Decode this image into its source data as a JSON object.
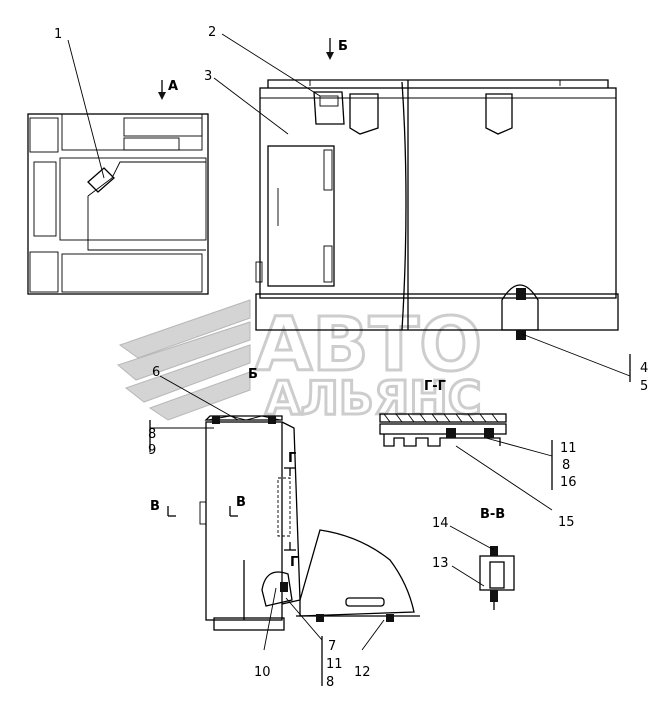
{
  "watermark": {
    "line1": "АВТО",
    "line2": "АЛЬЯНС"
  },
  "views": {
    "a": "А",
    "b": "Б",
    "b2": "Б",
    "vv": "В",
    "vv2": "В",
    "gg": "Г",
    "gg2": "Г",
    "section_gg": "Г-Г",
    "section_vv": "В-В"
  },
  "callouts": {
    "c1": "1",
    "c2": "2",
    "c3": "3",
    "c4": "4",
    "c5": "5",
    "c6": "6",
    "c8a": "8",
    "c9": "9",
    "c11a": "11",
    "c8b": "8",
    "c16": "16",
    "c15": "15",
    "c14": "14",
    "c13": "13",
    "c10": "10",
    "c7": "7",
    "c11b": "11",
    "c8c": "8",
    "c12": "12"
  }
}
